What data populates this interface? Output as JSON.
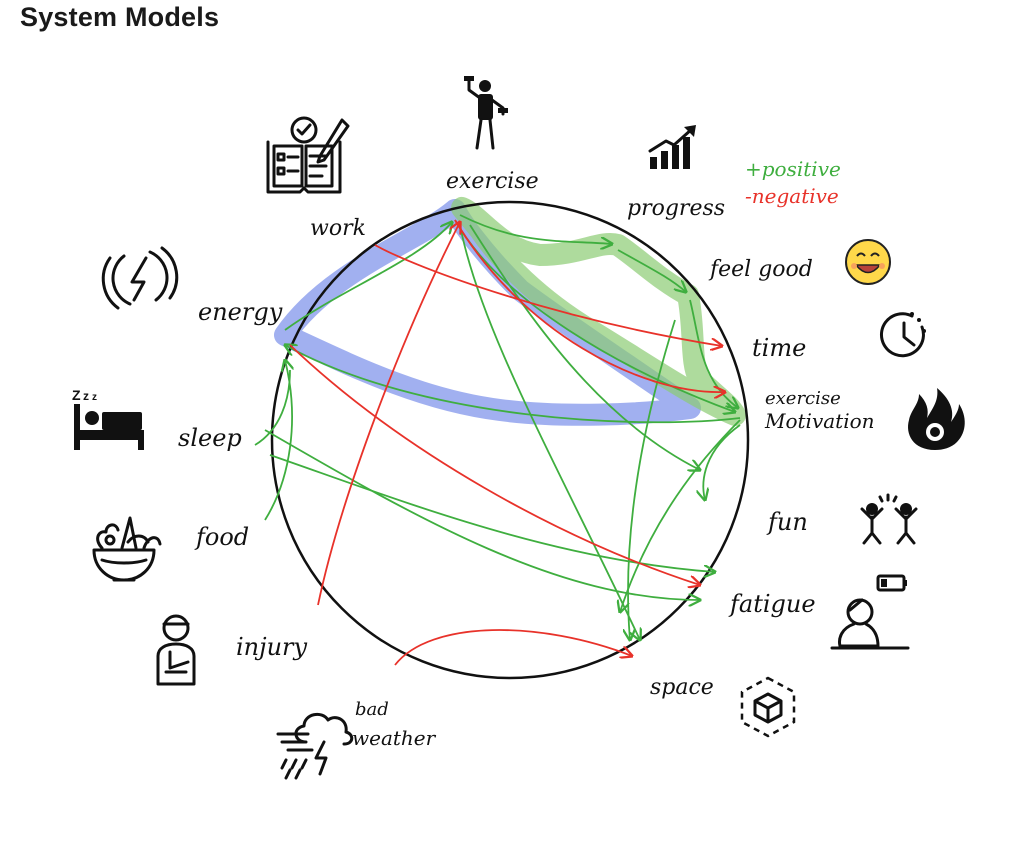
{
  "title": "System Models",
  "legend": {
    "positive": "+positive",
    "negative": "-negative"
  },
  "colors": {
    "positive": "#3fae3f",
    "negative": "#e8322a",
    "highlight_blue": "#6f86e8",
    "highlight_green": "#8ccc74",
    "face_yellow": "#ffd84a"
  },
  "nodes": {
    "exercise": "exercise",
    "progress": "progress",
    "feel_good": "feel good",
    "time": "time",
    "motivation_line1": "exercise",
    "motivation_line2": "Motivation",
    "fun": "fun",
    "fatigue": "fatigue",
    "space": "space",
    "bad_weather_line1": "bad",
    "bad_weather_line2": "weather",
    "injury": "injury",
    "food": "food",
    "sleep": "sleep",
    "energy": "energy",
    "work": "work"
  },
  "icons": {
    "exercise": "person-lifting-dumbbells-icon",
    "progress": "growth-bar-chart-icon",
    "feel_good": "smiling-face-icon",
    "time": "clock-icon",
    "motivation": "fire-icon",
    "fun": "people-jumping-icon",
    "fatigue": "tired-person-low-battery-icon",
    "space": "3d-cube-icon",
    "bad_weather": "storm-cloud-icon",
    "injury": "injured-person-icon",
    "food": "salad-bowl-icon",
    "sleep": "bed-sleep-icon",
    "energy": "energy-bolt-icon",
    "work": "book-checklist-icon"
  }
}
